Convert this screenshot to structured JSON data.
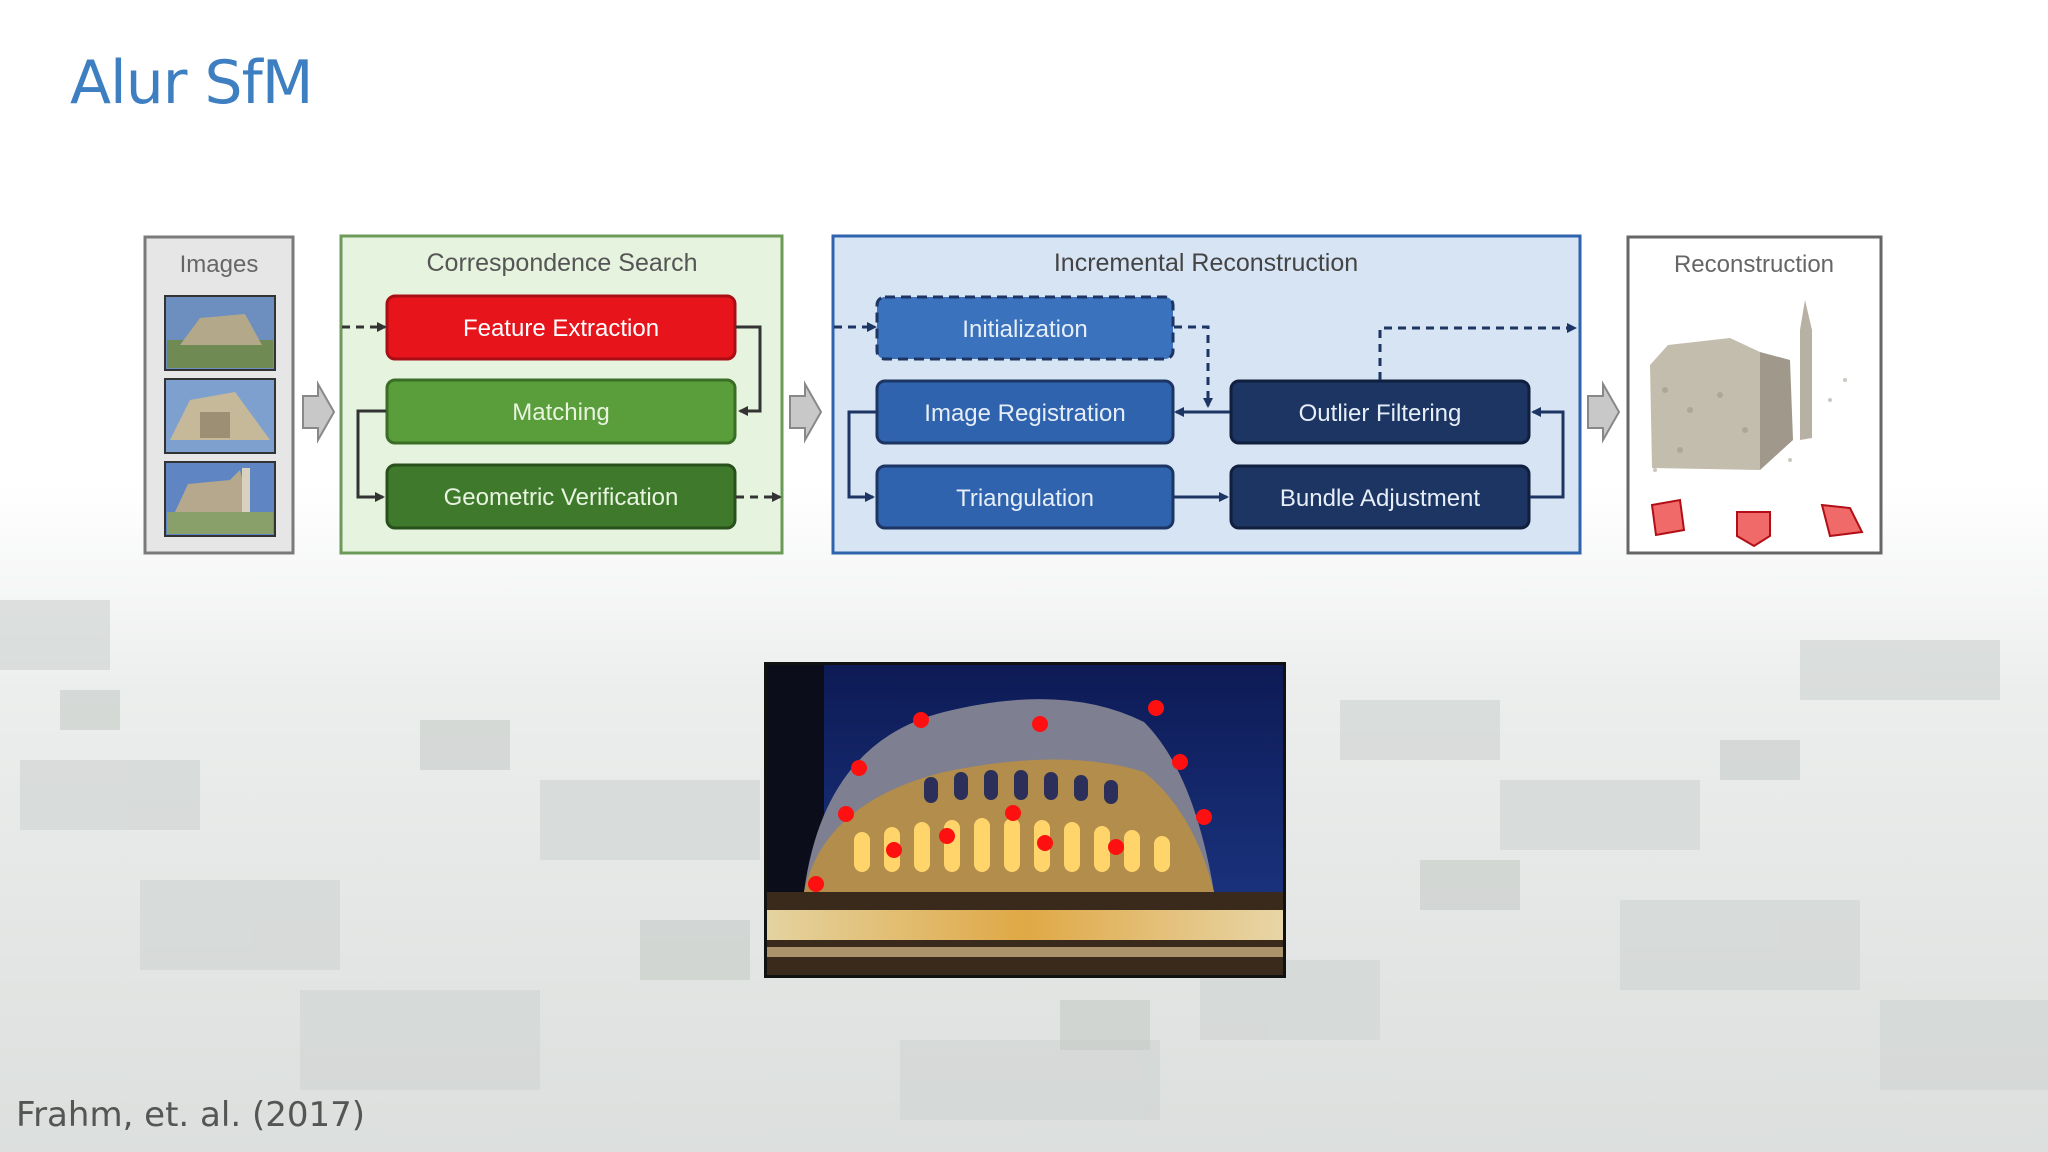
{
  "slide": {
    "title": "Alur SfM",
    "citation": "Frahm, et. al. (2017)"
  },
  "diagram": {
    "images": {
      "label": "Images"
    },
    "correspondence": {
      "label": "Correspondence Search",
      "feature_extraction": "Feature Extraction",
      "matching": "Matching",
      "geometric_verification": "Geometric Verification"
    },
    "incremental": {
      "label": "Incremental Reconstruction",
      "initialization": "Initialization",
      "image_registration": "Image Registration",
      "triangulation": "Triangulation",
      "outlier_filtering": "Outlier Filtering",
      "bundle_adjustment": "Bundle Adjustment"
    },
    "reconstruction": {
      "label": "Reconstruction"
    }
  },
  "colors": {
    "title": "#3d7fc1",
    "feature_extraction": "#e8141c",
    "matching": "#5a9e3c",
    "geometric_verification": "#3f7a2c",
    "blue_mid": "#2f63ad",
    "blue_dark": "#1d3563",
    "panel_green": "#e6f3df",
    "panel_blue": "#d7e4f4"
  }
}
